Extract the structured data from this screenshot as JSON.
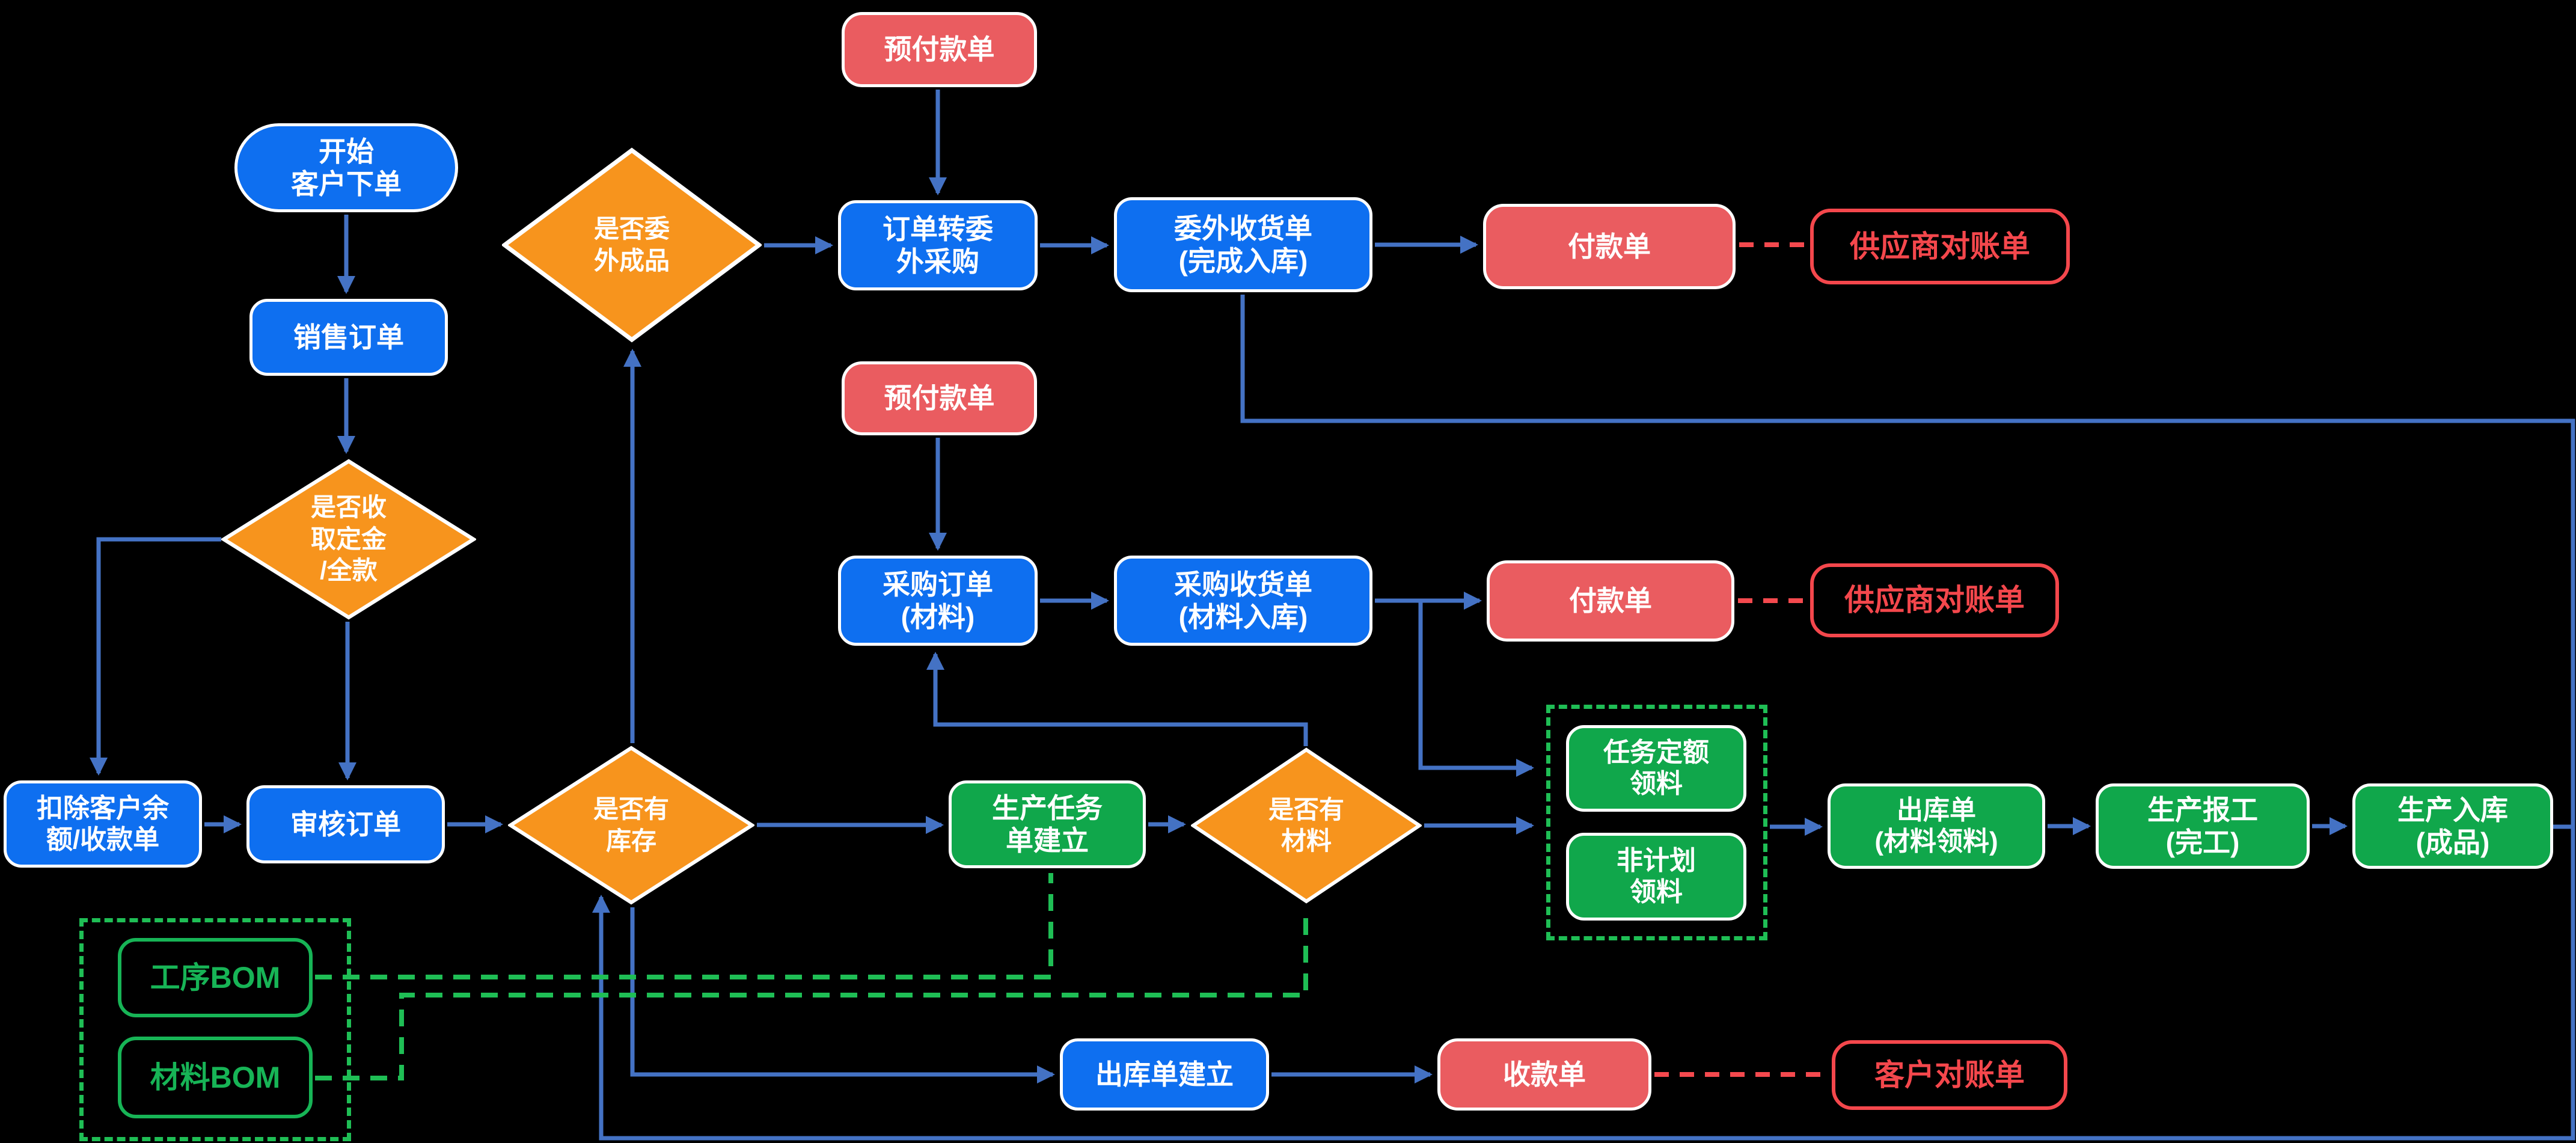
{
  "palette": {
    "background": "#000000",
    "box_blue": "#0E6FF0",
    "box_red": "#EA5C60",
    "box_green": "#10A74B",
    "diamond_orange": "#F7941D",
    "outline_red": "#F4474C",
    "outline_green": "#17B456",
    "connector_blue": "#4472C4",
    "dashed_green": "#1FBE55",
    "dashed_red": "#F4494E",
    "node_border": "#FFFFFF"
  },
  "nodes": {
    "start": {
      "label": "开始\n客户下单"
    },
    "sales_order": {
      "label": "销售订单"
    },
    "deposit_decision": {
      "label": "是否收\n取定金\n/全款"
    },
    "deduct_balance": {
      "label": "扣除客户余\n额/收款单"
    },
    "review_order": {
      "label": "审核订单"
    },
    "stock_decision": {
      "label": "是否有\n库存"
    },
    "outsource_decision": {
      "label": "是否委\n外成品"
    },
    "prepayment_outsource": {
      "label": "预付款单"
    },
    "order_to_outsource": {
      "label": "订单转委\n外采购"
    },
    "outsource_receipt": {
      "label": "委外收货单\n(完成入库)"
    },
    "payment_outsource": {
      "label": "付款单"
    },
    "supplier_statement_outsource": {
      "label": "供应商对账单"
    },
    "prepayment_purchase": {
      "label": "预付款单"
    },
    "purchase_order": {
      "label": "采购订单\n(材料)"
    },
    "purchase_receipt": {
      "label": "采购收货单\n(材料入库)"
    },
    "payment_purchase": {
      "label": "付款单"
    },
    "supplier_statement_purchase": {
      "label": "供应商对账单"
    },
    "production_task": {
      "label": "生产任务\n单建立"
    },
    "material_decision": {
      "label": "是否有\n材料"
    },
    "quota_picking": {
      "label": "任务定额\n领料"
    },
    "unplanned_picking": {
      "label": "非计划\n领料"
    },
    "outbound_material": {
      "label": "出库单\n(材料领料)"
    },
    "production_report": {
      "label": "生产报工\n(完工)"
    },
    "production_inbound": {
      "label": "生产入库\n(成品)"
    },
    "process_bom": {
      "label": "工序BOM"
    },
    "material_bom": {
      "label": "材料BOM"
    },
    "outbound_create": {
      "label": "出库单建立"
    },
    "receipt_doc": {
      "label": "收款单"
    },
    "customer_statement": {
      "label": "客户对账单"
    }
  }
}
